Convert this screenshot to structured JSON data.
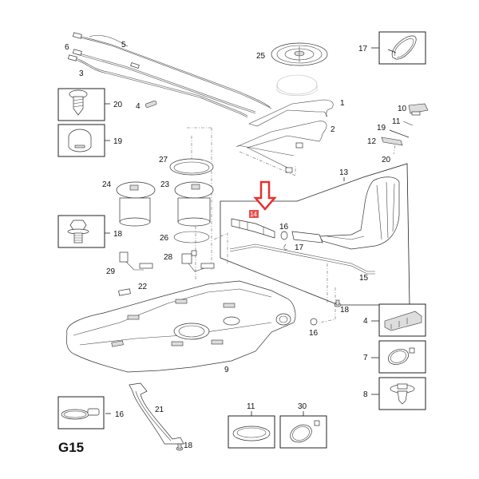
{
  "diagram": {
    "code": "G15",
    "highlight_color": "#e8302e",
    "highlighted_part": "14",
    "labels": {
      "p1": "1",
      "p2": "2",
      "p3": "3",
      "p4_small": "4",
      "p4_box": "4",
      "p5": "5",
      "p6": "6",
      "p7": "7",
      "p8": "8",
      "p9": "9",
      "p10": "10",
      "p11_top": "11",
      "p11_box": "11",
      "p12": "12",
      "p13": "13",
      "p14": "14",
      "p15": "15",
      "p16_hose": "16",
      "p16_mid": "16",
      "p16_box": "16",
      "p17_top": "17",
      "p17_hose": "17",
      "p18_box": "18",
      "p18_mid": "18",
      "p18_bottom": "18",
      "p19_box": "19",
      "p19_right": "19",
      "p20_box": "20",
      "p20_right": "20",
      "p21": "21",
      "p22": "22",
      "p23": "23",
      "p24": "24",
      "p25": "25",
      "p26": "26",
      "p27": "27",
      "p28": "28",
      "p29": "29",
      "p30": "30"
    }
  }
}
